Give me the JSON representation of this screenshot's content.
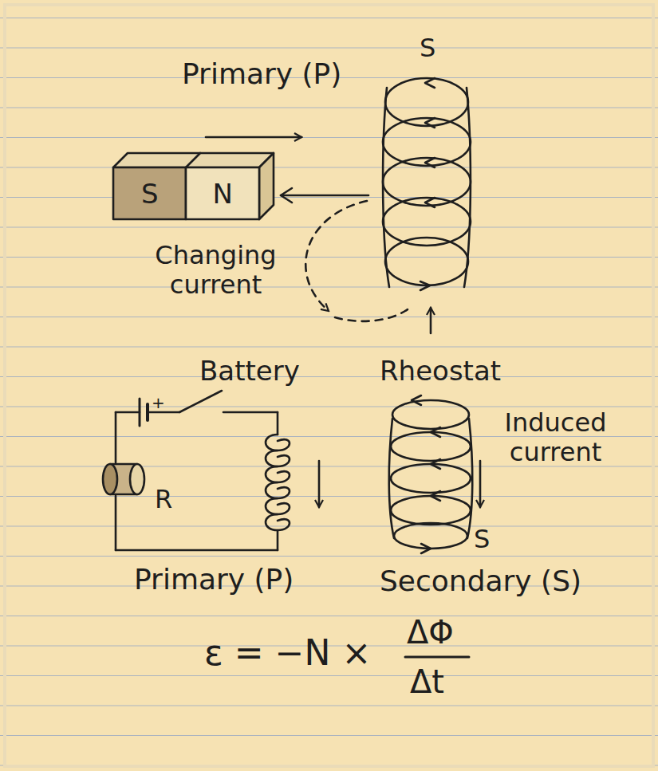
{
  "diagram": {
    "nodes": [
      {
        "text": [
          "S",
          "N"
        ]
      }
    ],
    "labels": [
      "Primary (P)",
      "S",
      "Changing current",
      "+",
      "Battery",
      "Rheostat",
      "R",
      "Induced current",
      "S",
      "Primary (P)",
      "Secondary (S)",
      "ε = −N ×",
      "ΔΦ",
      "Δt"
    ]
  }
}
